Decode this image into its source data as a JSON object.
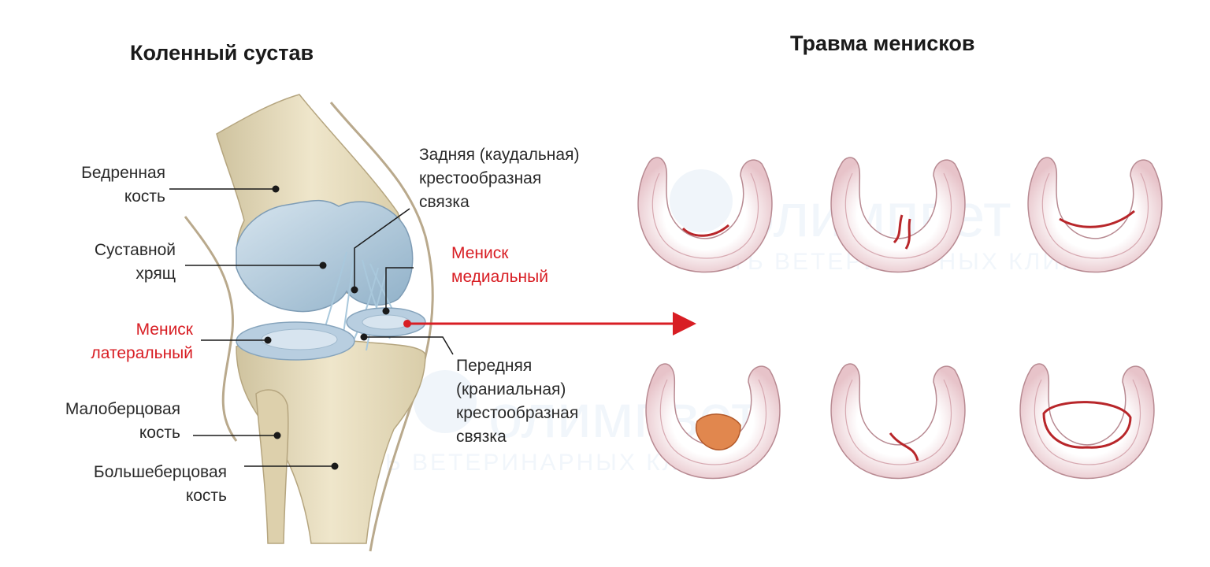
{
  "knee_title": "Коленный сустав",
  "injury_title": "Травма менисков",
  "labels": {
    "femur": "Бедренная\nкость",
    "cartilage": "Суставной\nхрящ",
    "lateral_meniscus": "Мениск\nлатеральный",
    "fibula": "Малоберцовая\nкость",
    "tibia": "Большеберцовая\nкость",
    "posterior_ligament": "Задняя (каудальная)\nкрестообразная\nсвязка",
    "medial_meniscus": "Мениск\nмедиальный",
    "anterior_ligament": "Передняя\n(краниальная)\nкрестообразная\nсвязка"
  },
  "watermark": {
    "brand": "олимпвет",
    "tagline": "СЕТЬ ВЕТЕРИНАРНЫХ КЛИНИК"
  },
  "colors": {
    "accent_red": "#d81e24",
    "bone": "#e8dcbc",
    "cartilage": "#b9cfdf",
    "meniscus": "#f1dbdf",
    "tear": "#b8262a"
  }
}
